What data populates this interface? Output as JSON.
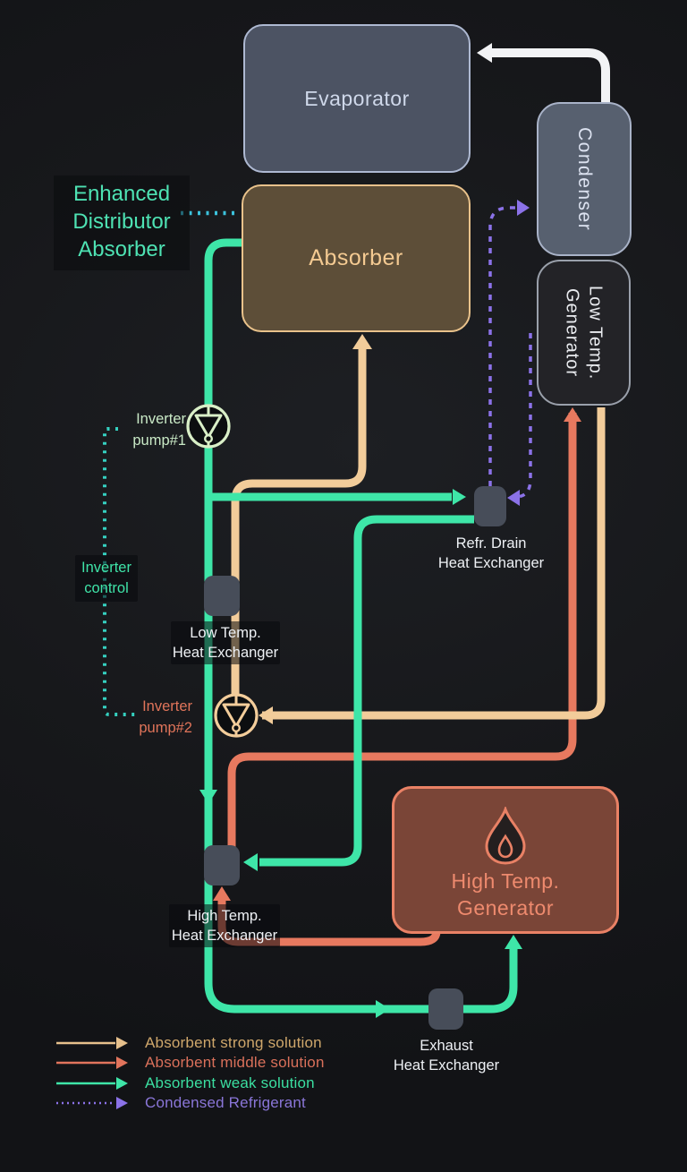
{
  "diagram_type": "absorption-chiller-flow-diagram",
  "nodes": {
    "evaporator": {
      "label": "Evaporator"
    },
    "absorber": {
      "label": "Absorber"
    },
    "condenser": {
      "label": "Condenser"
    },
    "low_temp_generator": {
      "line1": "Low Temp.",
      "line2": "Generator"
    },
    "high_temp_generator": {
      "line1": "High Temp.",
      "line2": "Generator"
    }
  },
  "heat_exchangers": {
    "refr_drain": {
      "line1": "Refr. Drain",
      "line2": "Heat Exchanger"
    },
    "low_temp": {
      "line1": "Low Temp.",
      "line2": "Heat Exchanger"
    },
    "high_temp": {
      "line1": "High Temp.",
      "line2": "Heat Exchanger"
    },
    "exhaust": {
      "line1": "Exhaust",
      "line2": "Heat Exchanger"
    }
  },
  "annotations": {
    "enhanced_absorber": {
      "line1": "Enhanced",
      "line2": "Distributor",
      "line3": "Absorber"
    },
    "inverter_pump1": {
      "line1": "Inverter",
      "line2": "pump#1"
    },
    "inverter_pump2": {
      "line1": "Inverter",
      "line2": "pump#2"
    },
    "inverter_control": {
      "line1": "Inverter",
      "line2": "control"
    }
  },
  "legend": {
    "items": [
      {
        "label": "Absorbent strong solution",
        "color": "#e6c08c",
        "style": "solid"
      },
      {
        "label": "Absorbent middle solution",
        "color": "#e1745c",
        "style": "solid"
      },
      {
        "label": "Absorbent weak solution",
        "color": "#3ee6a8",
        "style": "solid"
      },
      {
        "label": "Condensed Refrigerant",
        "color": "#8b72e8",
        "style": "dotted"
      }
    ]
  },
  "colors": {
    "background": "#17181b",
    "weak_solution_line": "#3ee6a8",
    "strong_solution_line": "#f2cc9a",
    "middle_solution_line": "#e7795f",
    "refrigerant_line": "#8b72e8",
    "water_vapor_line": "#f2f3f5",
    "control_dotted_line": "#3cc2dc",
    "hx_box_fill": "#474d59",
    "evaporator_fill": "#4c5363",
    "absorber_fill": "#5d4e38",
    "condenser_fill": "#57606f",
    "low_temp_generator_fill": "#232327",
    "high_temp_generator_fill": "#7a4537",
    "pump1_icon": "#d9efc7",
    "pump2_icon": "#f3cd9b"
  }
}
